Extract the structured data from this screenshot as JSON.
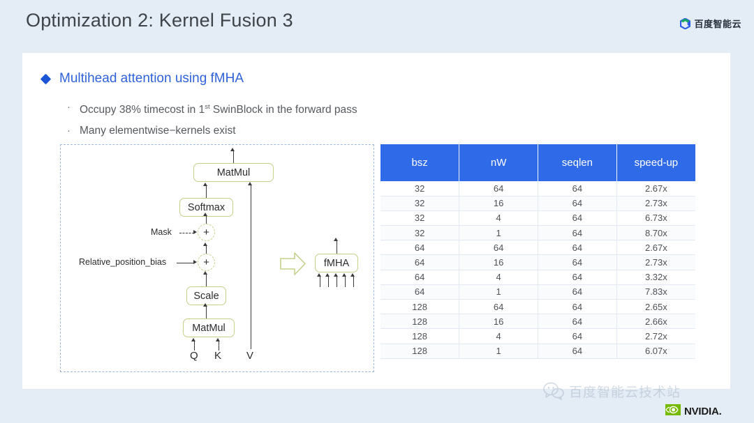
{
  "slide": {
    "title": "Optimization 2: Kernel Fusion 3",
    "background_color": "#e4ecf5",
    "card_color": "#ffffff"
  },
  "brand": {
    "logo_text": "百度智能云",
    "logo_icon": "baidu-cloud-icon"
  },
  "section": {
    "heading": "Multihead attention using fMHA",
    "heading_color": "#2f62d8",
    "bullet_marker": "diamond-bullet-icon",
    "bullets": [
      {
        "marker": "·",
        "text_before": "Occupy 38% timecost in 1",
        "superscript": "st",
        "text_after": " SwinBlock in the forward pass"
      },
      {
        "marker": "·",
        "text_before": "Many elementwise−kernels exist",
        "superscript": "",
        "text_after": ""
      }
    ]
  },
  "diagram": {
    "border_color": "#9fb8dd",
    "node_border_color": "#c4d08a",
    "nodes": {
      "matmul_top": "MatMul",
      "softmax": "Softmax",
      "add_mask": "+",
      "add_bias": "+",
      "scale": "Scale",
      "matmul_bottom": "MatMul",
      "fmha": "fMHA"
    },
    "side_labels": {
      "mask": "Mask",
      "relative_position_bias": "Relative_position_bias"
    },
    "inputs": {
      "q": "Q",
      "k": "K",
      "v": "V"
    },
    "transition_arrow": "right-arrow-icon",
    "fmha_input_count": 5
  },
  "table": {
    "header_color": "#2f6ae8",
    "columns": [
      "bsz",
      "nW",
      "seqlen",
      "speed-up"
    ],
    "rows": [
      [
        "32",
        "64",
        "64",
        "2.67x"
      ],
      [
        "32",
        "16",
        "64",
        "2.73x"
      ],
      [
        "32",
        "4",
        "64",
        "6.73x"
      ],
      [
        "32",
        "1",
        "64",
        "8.70x"
      ],
      [
        "64",
        "64",
        "64",
        "2.67x"
      ],
      [
        "64",
        "16",
        "64",
        "2.73x"
      ],
      [
        "64",
        "4",
        "64",
        "3.32x"
      ],
      [
        "64",
        "1",
        "64",
        "7.83x"
      ],
      [
        "128",
        "64",
        "64",
        "2.65x"
      ],
      [
        "128",
        "16",
        "64",
        "2.66x"
      ],
      [
        "128",
        "4",
        "64",
        "2.72x"
      ],
      [
        "128",
        "1",
        "64",
        "6.07x"
      ]
    ]
  },
  "watermark": {
    "icon": "wechat-icon",
    "text": "百度智能云技术站"
  },
  "nvidia": {
    "icon": "nvidia-eye-icon",
    "text": "NVIDIA."
  }
}
